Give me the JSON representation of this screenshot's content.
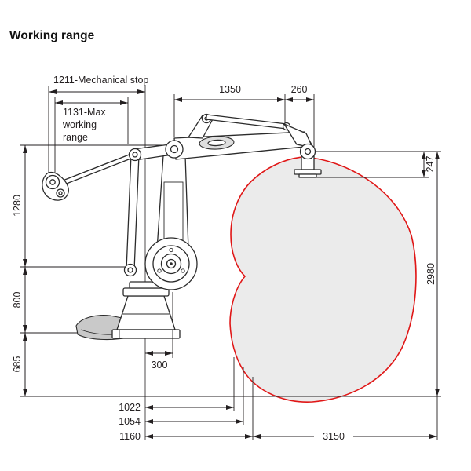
{
  "title": "Working range",
  "colors": {
    "envelope_fill": "#ebebeb",
    "envelope_stroke": "#e01717",
    "line": "#231f20"
  },
  "labels": {
    "mechanical_stop": "1211-Mechanical stop",
    "max_working_range": [
      "1131-Max",
      "working",
      "range"
    ],
    "dim_1350": "1350",
    "dim_260": "260",
    "dim_247": "247",
    "dim_2980": "2980",
    "dim_1280": "1280",
    "dim_800": "800",
    "dim_685": "685",
    "dim_300": "300",
    "dim_1022": "1022",
    "dim_1054": "1054",
    "dim_1160": "1160",
    "dim_3150": "3150"
  }
}
